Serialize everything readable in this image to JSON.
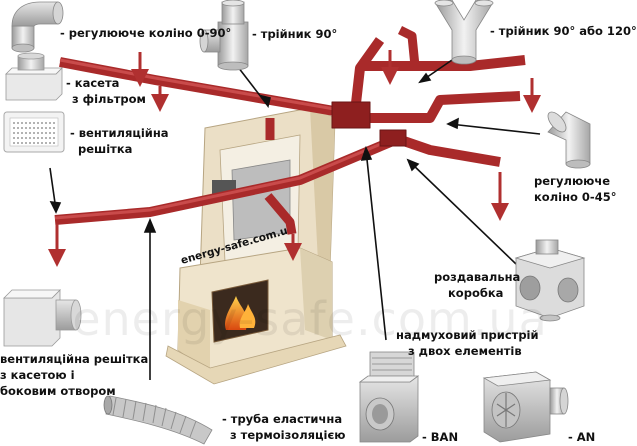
{
  "labels": {
    "adjustable_elbow_0_90": "- регулююче коліно 0-90°",
    "tee_90": "- трійник 90°",
    "tee_90_or_120": "- трійник 90° або 120°",
    "cassette_filter_1": "- касета",
    "cassette_filter_2": "з фільтром",
    "vent_grille_1": "- вентиляційна",
    "vent_grille_2": "решітка",
    "adjustable_elbow_0_45_1": "регулююче",
    "adjustable_elbow_0_45_2": "коліно 0-45°",
    "distribution_box_1": "роздавальна",
    "distribution_box_2": "коробка",
    "blower_1": "надмуховий пристрій",
    "blower_2": "з двох елементів",
    "vent_grille_side_1": "вентиляційна решітка",
    "vent_grille_side_2": "з касетою і",
    "vent_grille_side_3": "боковим отвором",
    "flex_pipe_1": "- труба еластична",
    "flex_pipe_2": "з термоізоляцією",
    "ban": "- BAN",
    "an": "- AN"
  },
  "brand_on_fireplace": "energy-safe.com.ua",
  "watermark": "energy-safe.com.ua",
  "colors": {
    "duct": "#a92a2a",
    "duct_dark": "#7c1717",
    "arrow_black": "#111111",
    "arrow_red": "#b03030",
    "metal": "#c9c9c9",
    "fireplace": "#e8dcc2"
  }
}
